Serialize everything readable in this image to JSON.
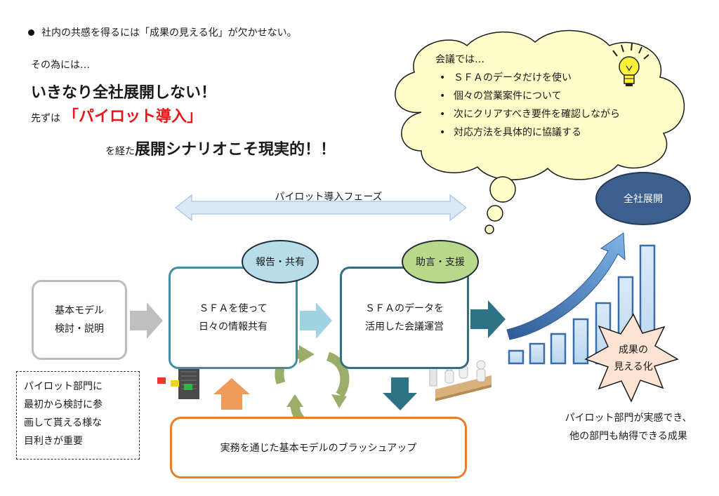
{
  "header": {
    "bullet": "社内の共感を得るには「成果の見える化」が欠かせない。",
    "intro": "その為には…",
    "statement": "いきなり全社展開しない！",
    "pilot_prefix": "先ずは",
    "pilot_highlight": "「パイロット導入」",
    "scenario_prefix": "を経た",
    "scenario_main": "展開シナリオこそ現実的！！"
  },
  "cloud": {
    "heading": "会議では…",
    "items": [
      "ＳＦＡのデータだけを使い",
      "個々の営業案件について",
      "次にクリアすべき要件を確認しながら",
      "対応方法を具体的に協議する"
    ]
  },
  "phase": {
    "label": "パイロット導入フェーズ"
  },
  "boxes": {
    "basic": {
      "line1": "基本モデル",
      "line2": "検討・説明"
    },
    "sfa_use": {
      "line1": "ＳＦＡを使って",
      "line2": "日々の情報共有"
    },
    "sfa_meeting": {
      "line1": "ＳＦＡのデータを",
      "line2": "活用した会議運営"
    }
  },
  "ovals": {
    "report": "報告・共有",
    "advice": "助言・支援",
    "rollout": "全社展開"
  },
  "note": {
    "lines": [
      "パイロット部門に",
      "最初から検討に参",
      "画して貰える様な",
      "目利きが重要"
    ]
  },
  "brushup": {
    "label": "実務を通じた基本モデルのブラッシュアップ"
  },
  "result": {
    "star_line1": "成果の",
    "star_line2": "見える化",
    "caption_line1": "パイロット部門が実感でき、",
    "caption_line2": "他の部門も納得できる成果"
  },
  "colors": {
    "accent_red": "#e8161a",
    "teal": "#3f8ea1",
    "dark_teal": "#2c7386",
    "orange": "#ea7d2a",
    "green": "#9aae6a",
    "navy": "#3c5f8e",
    "cloud_fill": "#fffdc8",
    "bar_fill": "#c9e1f5",
    "star_fill": "#fde3d3"
  },
  "icons": [
    "lightbulb-icon",
    "server-icon",
    "meeting-icon",
    "cycle-arrows-icon",
    "growth-arrow-icon"
  ]
}
